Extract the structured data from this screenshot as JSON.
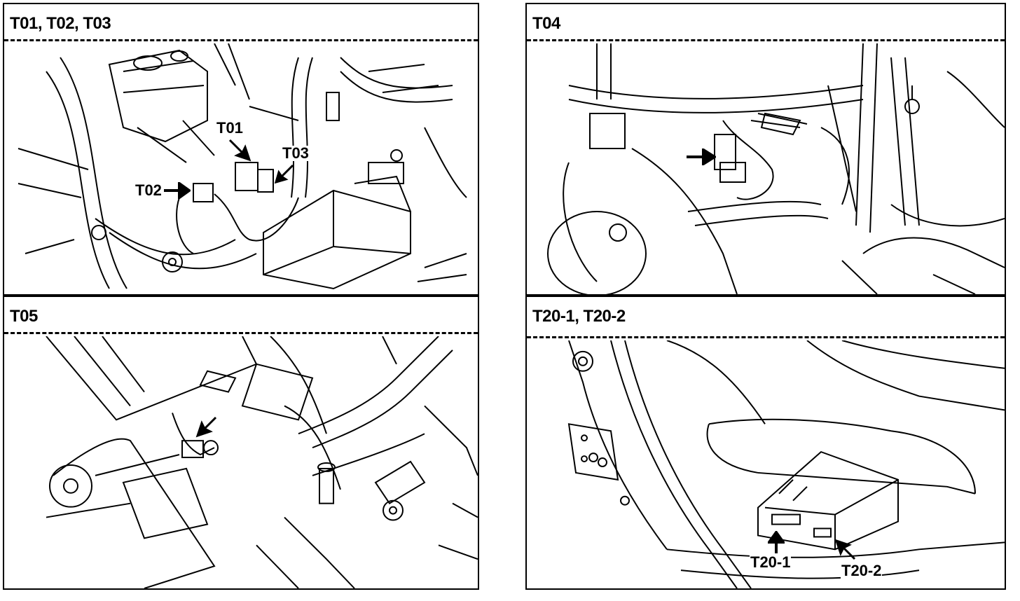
{
  "panels": [
    {
      "id": "p1",
      "title": "T01, T02, T03",
      "callouts": [
        "T01",
        "T02",
        "T03"
      ]
    },
    {
      "id": "p2",
      "title": "T04",
      "callouts": []
    },
    {
      "id": "p3",
      "title": "T05",
      "callouts": []
    },
    {
      "id": "p4",
      "title": "T20-1, T20-2",
      "callouts": [
        "T20-1",
        "T20-2"
      ]
    }
  ],
  "colors": {
    "line": "#000000",
    "background": "#ffffff"
  },
  "icons": [
    "pointer-arrow-icon"
  ]
}
